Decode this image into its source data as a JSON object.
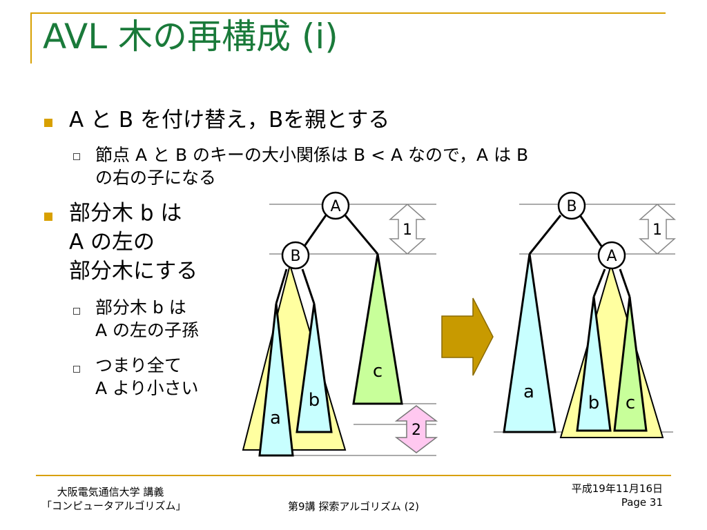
{
  "slide": {
    "title": "AVL 木の再構成 (i)",
    "bullet1": "A と B を付け替え，Bを親とする",
    "sub1_line1": "節点 A と B のキーの大小関係は B < A なので，A は B",
    "sub1_line2": "の右の子になる",
    "bullet2_line1": "部分木 b は",
    "bullet2_line2": " A の左の",
    "bullet2_line3": "部分木にする",
    "sub2_line1": "部分木 b は",
    "sub2_line2": "A の左の子孫",
    "sub3_line1": "つまり全て",
    "sub3_line2": "A より小さい"
  },
  "diagram": {
    "before": {
      "root": "A",
      "child": "B",
      "subtree_a": "a",
      "subtree_b": "b",
      "subtree_c": "c",
      "height_diff_1": "1",
      "height_diff_2": "2"
    },
    "after": {
      "root": "B",
      "child": "A",
      "subtree_a": "a",
      "subtree_b": "b",
      "subtree_c": "c",
      "height_diff_1": "1"
    },
    "colors": {
      "yellow": "#ffffa0",
      "cyan": "#c8ffff",
      "green": "#c8ff9a",
      "pink": "#ffc8f0",
      "arrow": "#c89a00",
      "gold": "#d8a000",
      "title": "#1a7a3a"
    }
  },
  "footer": {
    "left_line1": "大阪電気通信大学 講義",
    "left_line2": "「コンピュータアルゴリズム」",
    "center": "第9講 探索アルゴリズム (2)",
    "right_line1": "平成19年11月16日",
    "right_line2": "Page 31"
  }
}
